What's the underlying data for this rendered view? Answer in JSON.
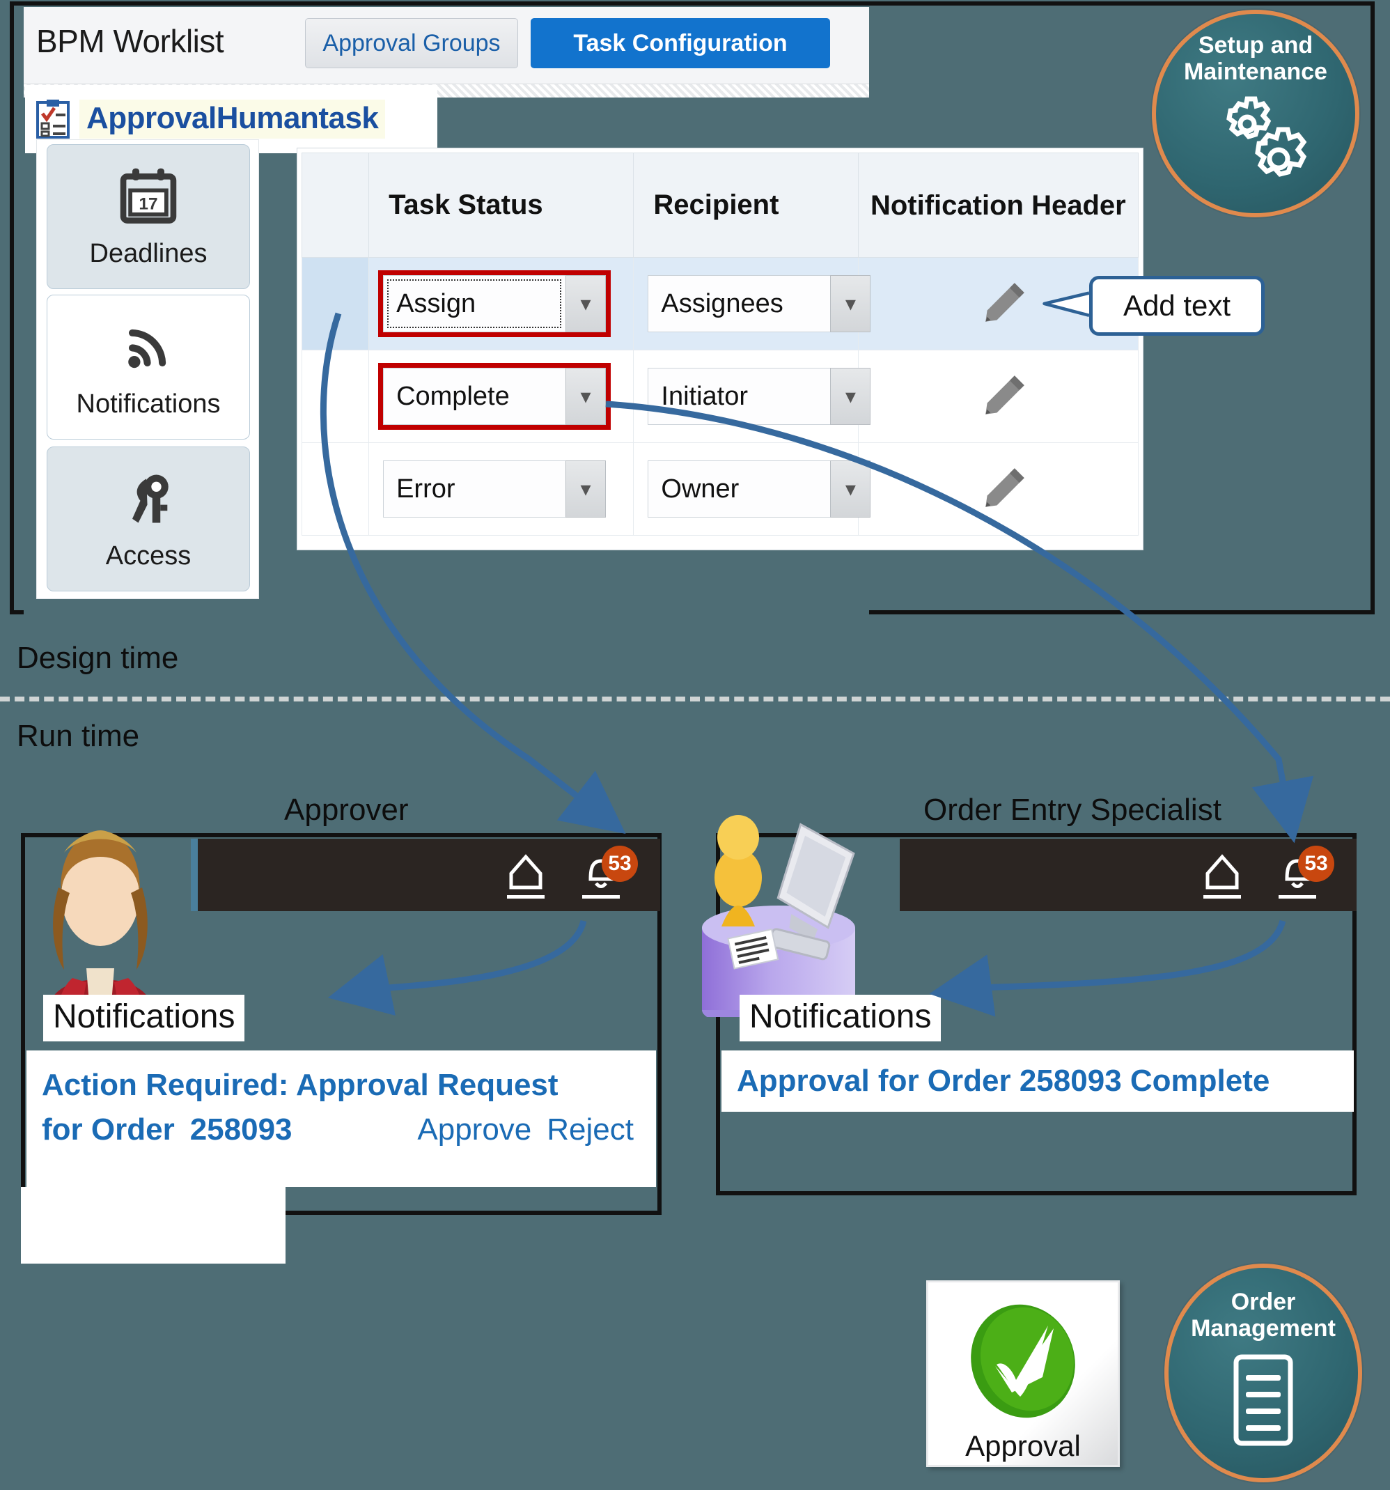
{
  "background_color": "#4e6d75",
  "bpm": {
    "app_title": "BPM Worklist",
    "tabs": [
      {
        "label": "Approval Groups",
        "selected": false
      },
      {
        "label": "Task Configuration",
        "selected": true
      }
    ],
    "human_task_name": "ApprovalHumantask",
    "nav_items": [
      {
        "label": "Deadlines",
        "icon": "calendar-icon",
        "selected": true
      },
      {
        "label": "Notifications",
        "icon": "rss-icon",
        "selected": false
      },
      {
        "label": "Access",
        "icon": "keys-icon",
        "selected": false
      }
    ]
  },
  "table": {
    "columns": [
      "",
      "Task Status",
      "Recipient",
      "Notification Header"
    ],
    "rows": [
      {
        "task_status": "Assign",
        "recipient": "Assignees",
        "header_icon": "pencil-icon",
        "selected": true,
        "status_highlighted": true,
        "status_focused": true
      },
      {
        "task_status": "Complete",
        "recipient": "Initiator",
        "header_icon": "pencil-icon",
        "selected": false,
        "status_highlighted": true,
        "status_focused": false
      },
      {
        "task_status": "Error",
        "recipient": "Owner",
        "header_icon": "pencil-icon",
        "selected": false,
        "status_highlighted": false,
        "status_focused": false
      }
    ]
  },
  "callout": {
    "text": "Add text"
  },
  "badges": {
    "setup": {
      "title_line1": "Setup and",
      "title_line2": "Maintenance",
      "icon": "gears-icon",
      "border_color": "#e08a4d"
    },
    "order_management": {
      "title_line1": "Order",
      "title_line2": "Management",
      "icon": "document-list-icon",
      "border_color": "#e08a4d"
    }
  },
  "divider": {
    "design_label": "Design time",
    "run_label": "Run time"
  },
  "runtime": {
    "approver": {
      "role_label": "Approver",
      "appbar": {
        "home_icon": "home-icon",
        "bell_icon": "bell-icon",
        "bell_count": "53"
      },
      "notifications_title": "Notifications",
      "message_line1": "Action Required: Approval Request",
      "message_line2": "for Order",
      "order_number": "258093",
      "actions": [
        "Approve",
        "Reject"
      ]
    },
    "order_entry_specialist": {
      "role_label": "Order Entry Specialist",
      "appbar": {
        "home_icon": "home-icon",
        "bell_icon": "bell-icon",
        "bell_count": "53"
      },
      "notifications_title": "Notifications",
      "message": "Approval for Order 258093 Complete"
    }
  },
  "approval_tile": {
    "label": "Approval",
    "icon": "green-check-icon"
  }
}
